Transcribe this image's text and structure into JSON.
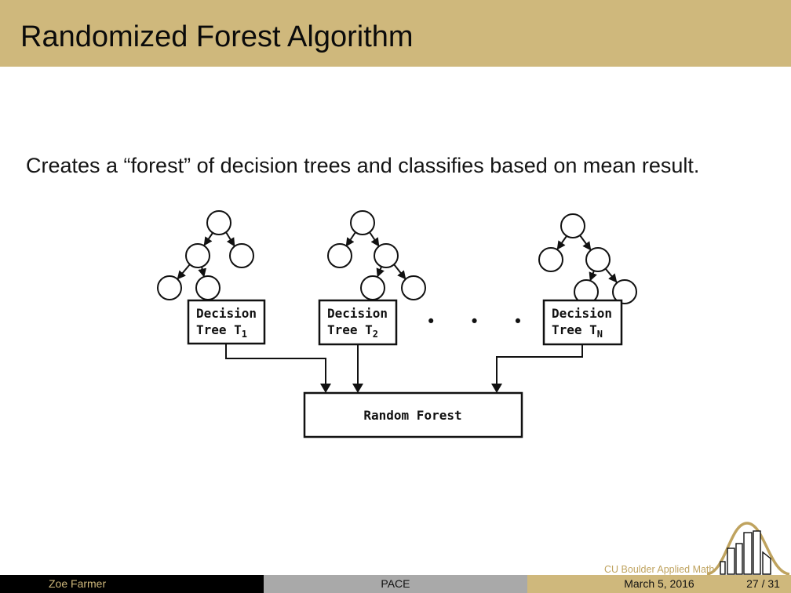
{
  "slide": {
    "title": "Randomized Forest Algorithm",
    "body_text": "Creates a “forest” of decision trees and classifies based on mean result."
  },
  "diagram": {
    "trees": [
      {
        "line1": "Decision",
        "line2": "Tree T",
        "sub": "1"
      },
      {
        "line1": "Decision",
        "line2": "Tree T",
        "sub": "2"
      },
      {
        "line1": "Decision",
        "line2": "Tree T",
        "sub": "N"
      }
    ],
    "ellipsis": "•••",
    "forest_label": "Random Forest"
  },
  "logo": {
    "text": "CU Boulder Applied Math"
  },
  "footer": {
    "author": "Zoe Farmer",
    "institute": "PACE",
    "date": "March 5, 2016",
    "page": "27 / 31"
  },
  "colors": {
    "gold": "#CFB87C",
    "logo_gold": "#BFA35F",
    "gray": "#A9A9A9",
    "black": "#000000"
  }
}
